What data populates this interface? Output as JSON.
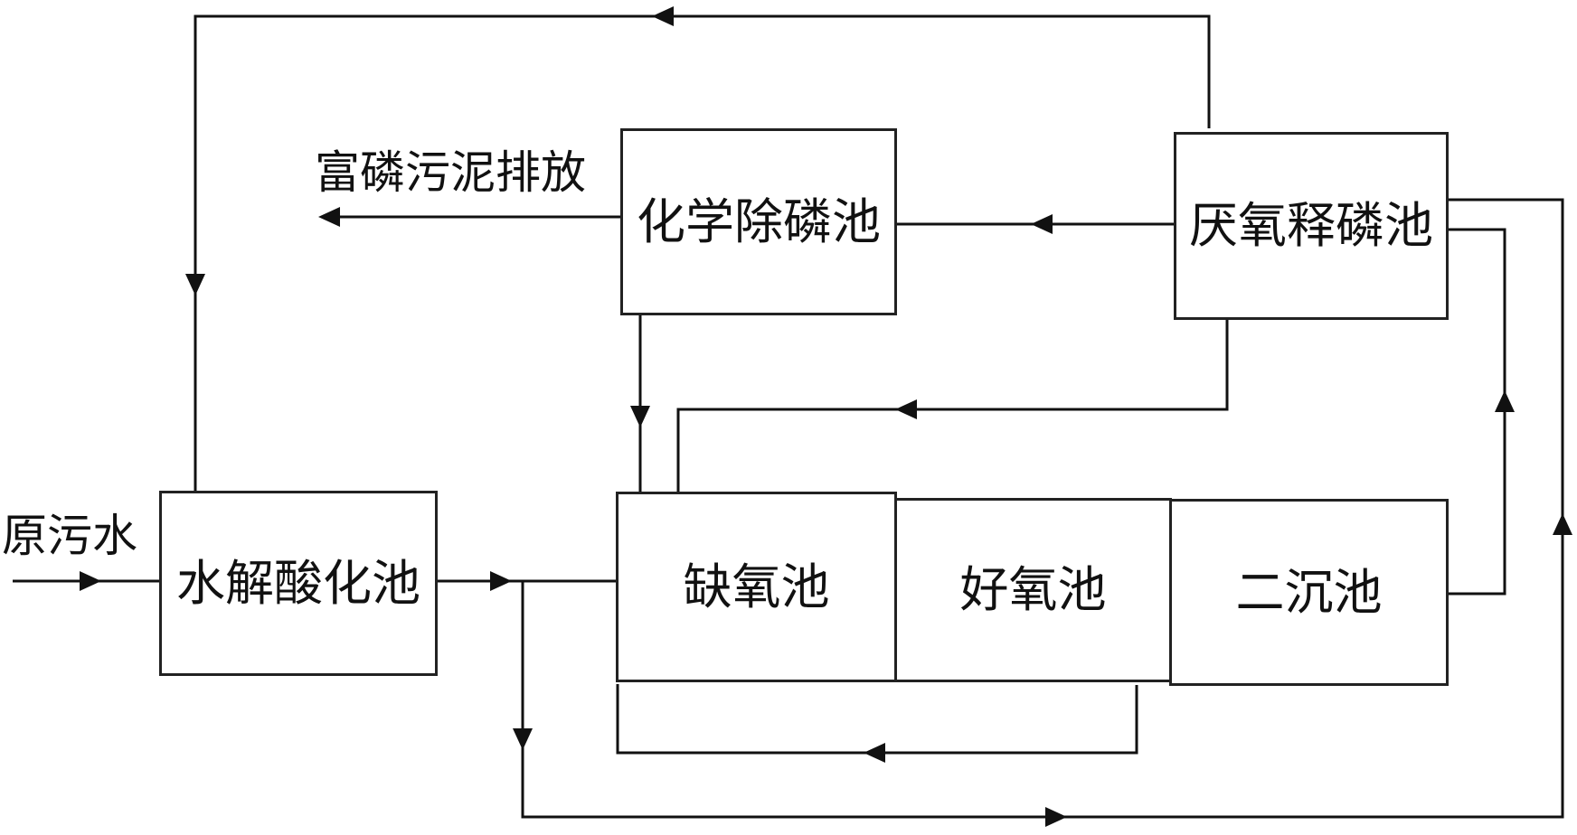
{
  "nodes": {
    "hydrolysis": "水解酸化池",
    "chem_p": "化学除磷池",
    "anaerobic_p": "厌氧释磷池",
    "anoxic": "缺氧池",
    "aerobic": "好氧池",
    "secondary": "二沉池"
  },
  "labels": {
    "raw_sewage": "原污水",
    "sludge_discharge": "富磷污泥排放"
  }
}
